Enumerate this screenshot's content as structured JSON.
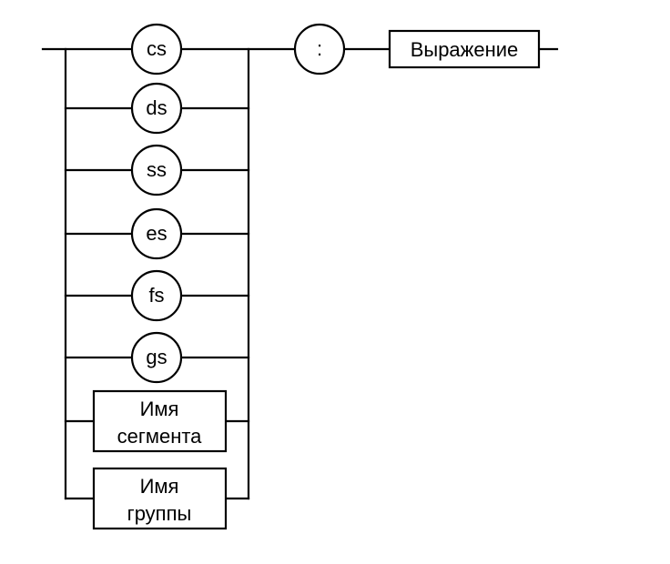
{
  "diagram": {
    "registers": [
      "cs",
      "ds",
      "ss",
      "es",
      "fs",
      "gs"
    ],
    "segment_name": [
      "Имя",
      "сегмента"
    ],
    "group_name": [
      "Имя",
      "группы"
    ],
    "colon": ":",
    "expression": "Выражение"
  }
}
